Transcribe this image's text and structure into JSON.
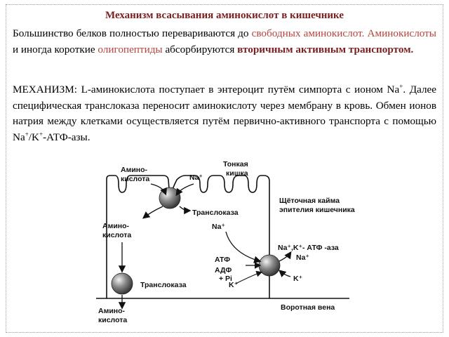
{
  "title": "Механизм всасывания аминокислот в кишечнике",
  "p1": {
    "t1": "Большинство белков полностью перевариваются до ",
    "h1": "свободных аминокислот.",
    "t2": " ",
    "h2": "Аминокислоты",
    "t3": " и иногда короткие ",
    "h3": "олигопептиды",
    "t4": " абсорбируются ",
    "h4": "вторичным активным транспортом."
  },
  "p2": {
    "t1": "МЕХАНИЗМ: L-аминокислота поступает в энтероцит путём симпорта с ионом Na",
    "s1": "+",
    "t2": ". Далее специфическая транслоказа переносит аминокислоту через мембрану в кровь. Обмен ионов натрия между клетками осуществляется путём первично-активного транспорта с помощью Na",
    "s2": "+",
    "t3": "/K",
    "s3": "+",
    "t4": "-АТФ-азы."
  },
  "diagram": {
    "amino_top_1": "Амино-",
    "amino_top_2": "кислота",
    "na_top": "Na⁺",
    "small_intestine_1": "Тонкая",
    "small_intestine_2": "кишка",
    "brush_border_1": "Щёточная кайма",
    "brush_border_2": "эпителия кишечника",
    "translocase_top": "Транслоказа",
    "amino_mid_1": "Амино-",
    "amino_mid_2": "кислота",
    "na_mid": "Na⁺",
    "atpase": "Na⁺,K⁺- АТФ -аза",
    "na_right": "Na⁺",
    "atf": "АТФ",
    "adf": "АДФ",
    "pi": "+ Pi",
    "k_right": "K⁺",
    "translocase_bottom": "Транслоказа",
    "k_bottom": "K⁺",
    "amino_bot_1": "Амино-",
    "amino_bot_2": "кислота",
    "portal_vein": "Воротная вена"
  }
}
